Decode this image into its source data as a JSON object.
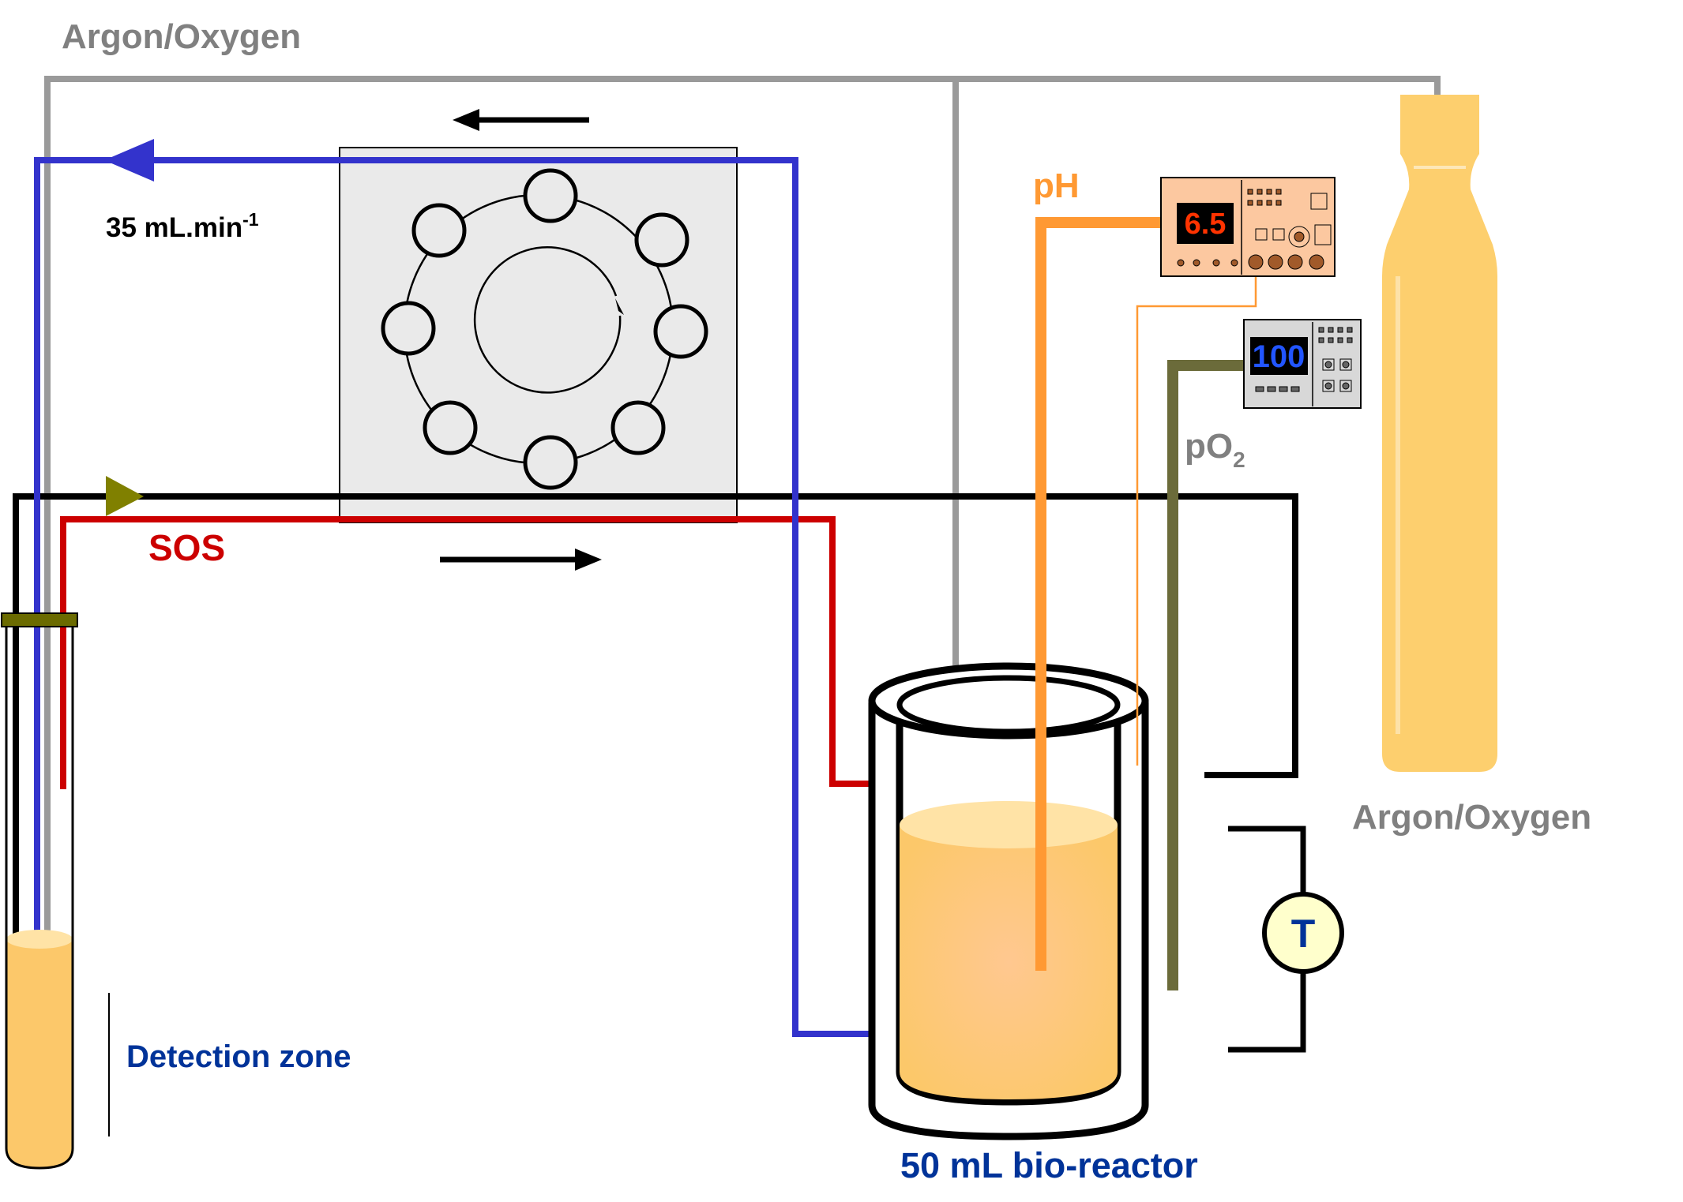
{
  "labels": {
    "gas_top": "Argon/Oxygen",
    "gas_right": "Argon/Oxygen",
    "flow_rate": "35 mL.min",
    "flow_rate_sup": "-1",
    "sos": "SOS",
    "ph": "pH",
    "po2_base": "pO",
    "po2_sub": "2",
    "detection_zone": "Detection zone",
    "bioreactor": "50 mL bio-reactor",
    "thermometer": "T"
  },
  "meters": {
    "ph_display": "6.5",
    "po2_display": "100"
  },
  "colors": {
    "gas_line": "#9a9a9a",
    "return_line": "#3333cc",
    "sos_line": "#cc0000",
    "black_line": "#000000",
    "ph_probe": "#ff9933",
    "po2_probe": "#6b6b3a",
    "culture": "#ffd070",
    "label_blue": "#003399",
    "label_grey": "#808080",
    "label_orange": "#ff9933",
    "label_red": "#cc0000"
  }
}
